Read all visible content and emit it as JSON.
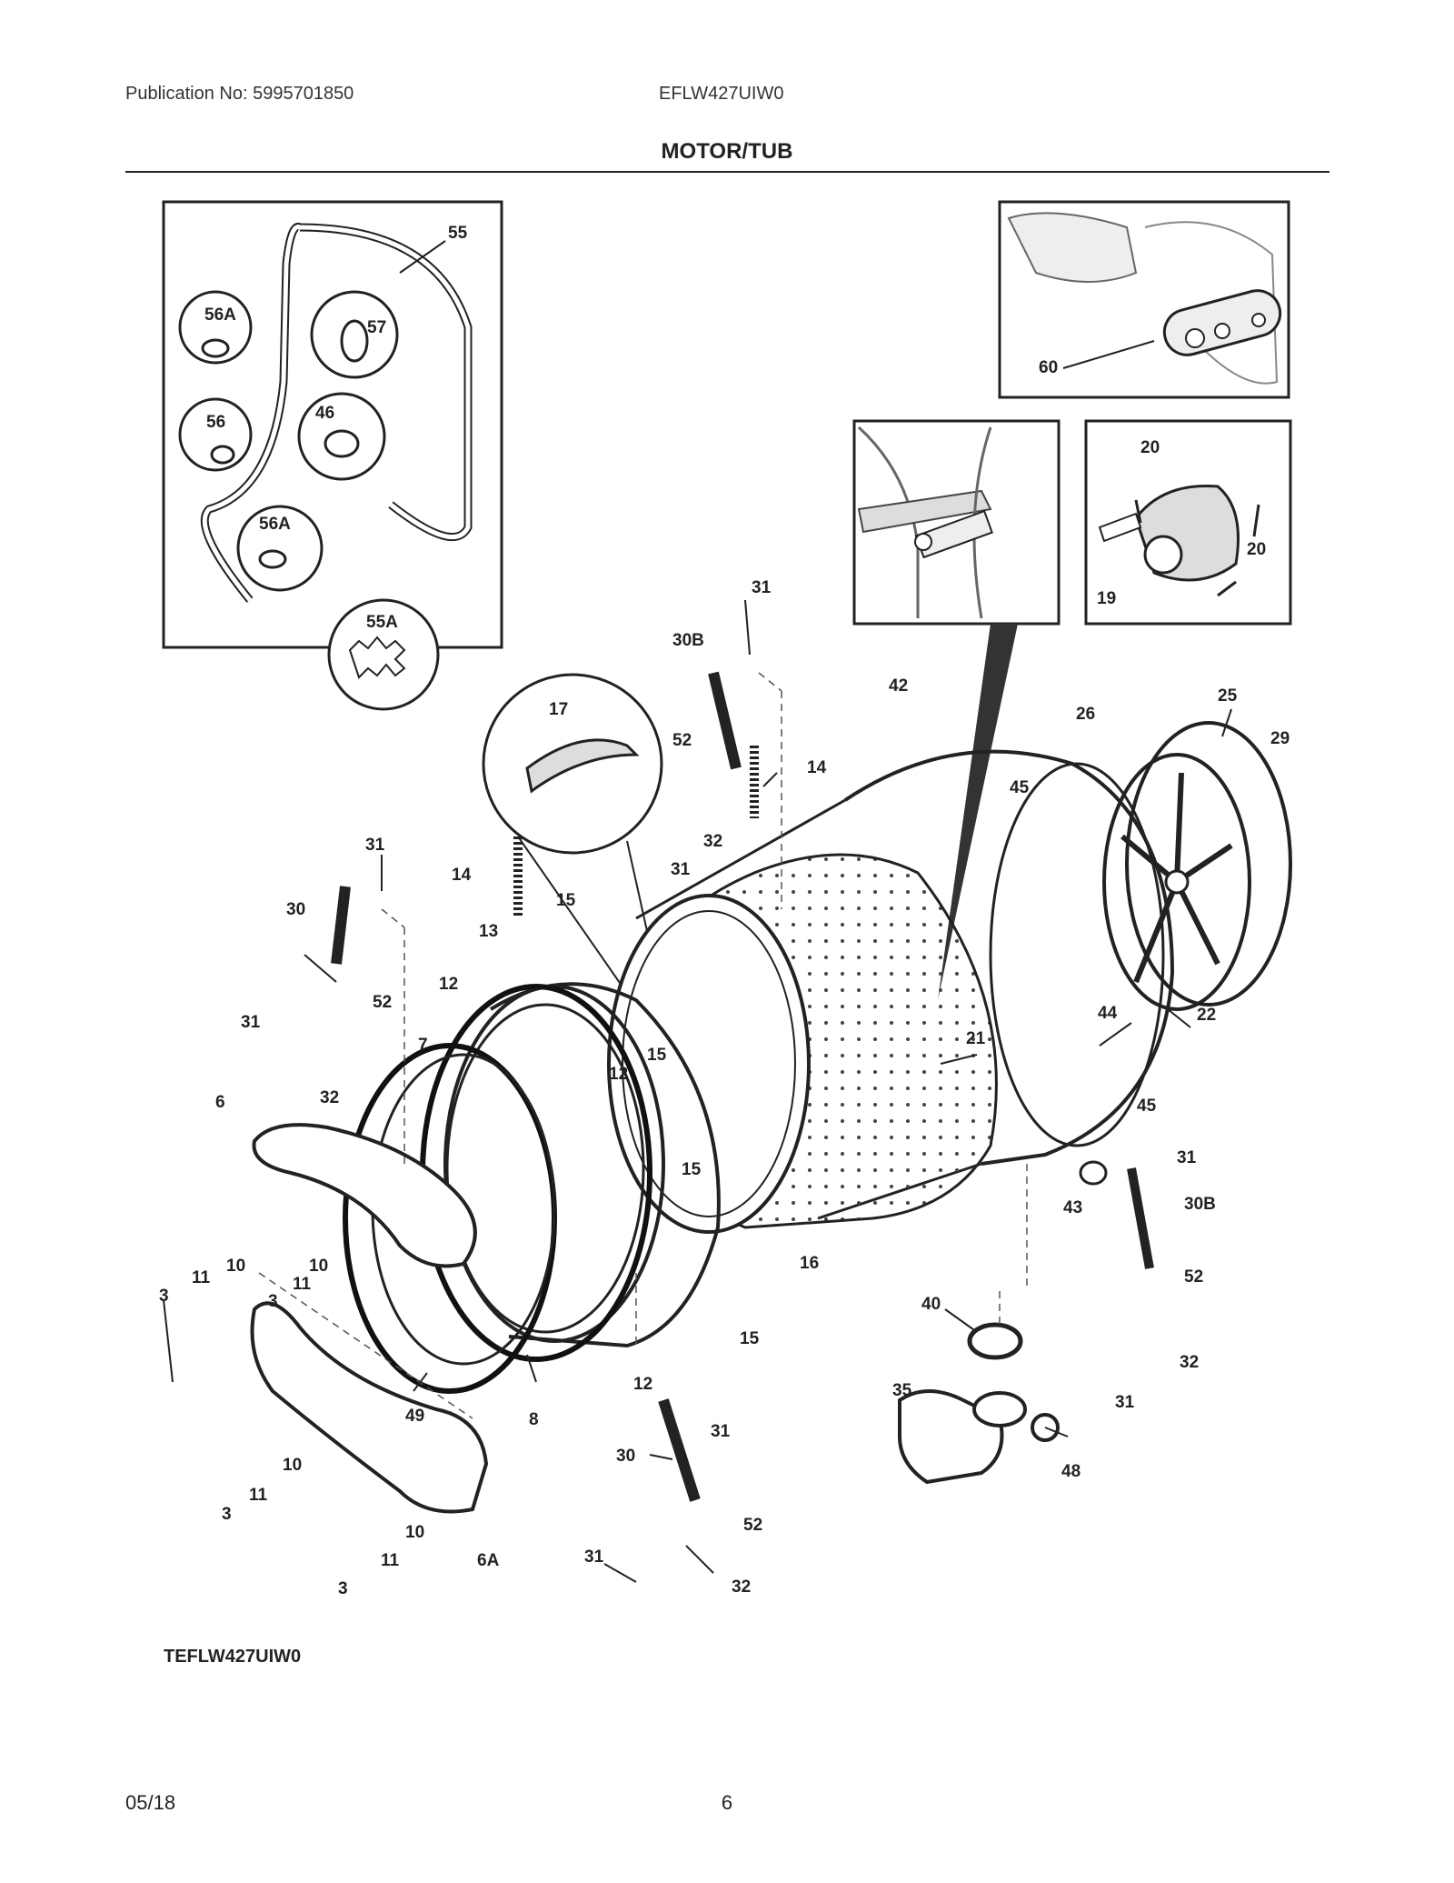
{
  "header": {
    "publication": "Publication No:  5995701850",
    "model": "EFLW427UIW0",
    "title": "MOTOR/TUB"
  },
  "footer": {
    "code": "TEFLW427UIW0",
    "date": "05/18",
    "page": "6"
  },
  "callouts": {
    "c55": "55",
    "c56a_top": "56A",
    "c57": "57",
    "c56": "56",
    "c46": "46",
    "c56a_bottom": "56A",
    "c55a": "55A",
    "c60": "60",
    "c20_top": "20",
    "c20_right": "20",
    "c19": "19",
    "c31_top": "31",
    "c30b_top": "30B",
    "c42": "42",
    "c25": "25",
    "c26": "26",
    "c29": "29",
    "c17": "17",
    "c52_top": "52",
    "c14_right": "14",
    "c45_top": "45",
    "c32_top": "32",
    "c31_mid": "31",
    "c31_left": "31",
    "c14_left": "14",
    "c30_left": "30",
    "c15_top": "15",
    "c13": "13",
    "c12_left": "12",
    "c52_left": "52",
    "c31_left2": "31",
    "c7": "7",
    "c32_left": "32",
    "c12_mid": "12",
    "c15_mid": "15",
    "c21": "21",
    "c44": "44",
    "c22": "22",
    "c6": "6",
    "c15_low": "15",
    "c45_low": "45",
    "c31_right": "31",
    "c43": "43",
    "c30b_right": "30B",
    "c16": "16",
    "c52_right": "52",
    "c3_a": "3",
    "c11_a": "11",
    "c10_a": "10",
    "c10_b": "10",
    "c3_b": "3",
    "c11_b": "11",
    "c40": "40",
    "c15_bottom": "15",
    "c32_right": "32",
    "c12_bottom": "12",
    "c31_bottom_right": "31",
    "c35": "35",
    "c49": "49",
    "c8": "8",
    "c31_center": "31",
    "c48": "48",
    "c30_bottom": "30",
    "c10_c": "10",
    "c11_c": "11",
    "c3_c": "3",
    "c10_d": "10",
    "c52_bottom": "52",
    "c11_d": "11",
    "c6a": "6A",
    "c31_bottom": "31",
    "c32_bottom": "32",
    "c3_d": "3"
  }
}
